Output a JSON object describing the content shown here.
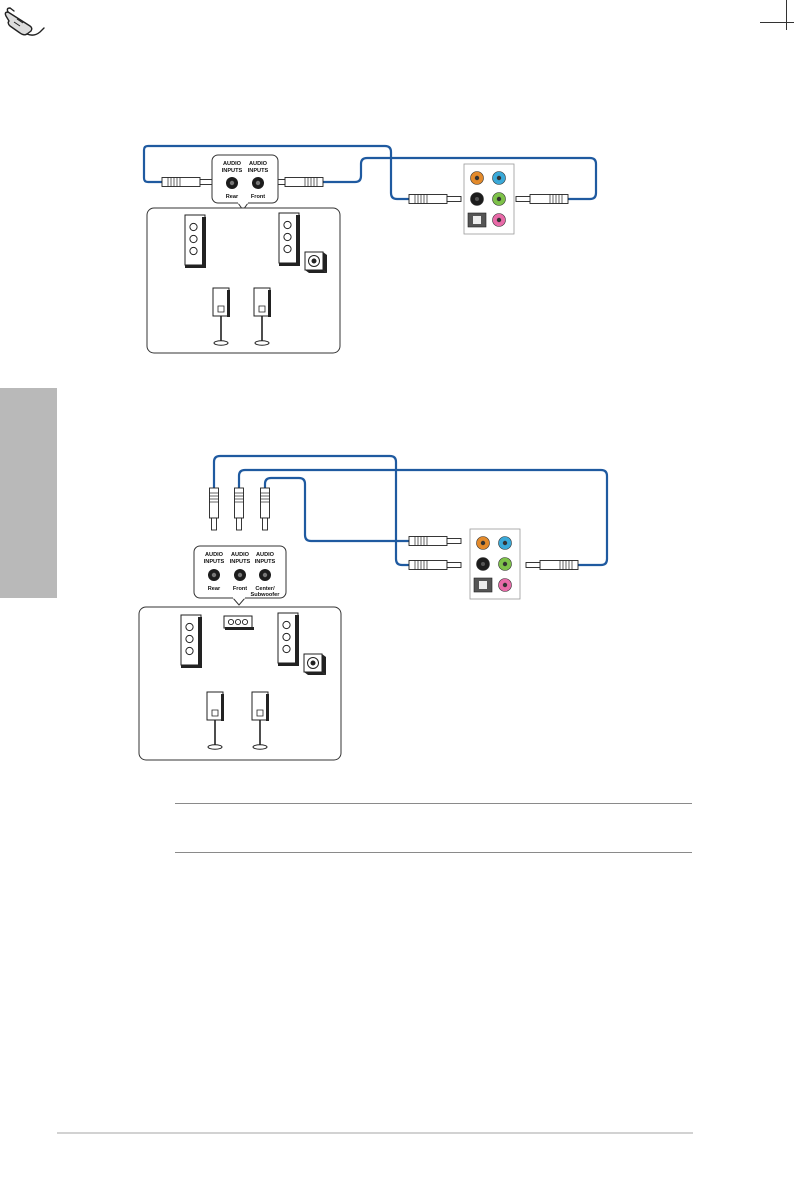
{
  "colors": {
    "cable": "#1f5aa0",
    "side_tab": "#b9b9b9",
    "port_orange": "#e38a2b",
    "port_blue": "#3aa9d8",
    "port_black": "#1c1c1c",
    "port_green": "#7ec24a",
    "port_pink": "#e86aa8",
    "optical": "#555555"
  },
  "diagram_2ch_plus": {
    "inputs_panel": [
      {
        "line1": "AUDIO",
        "line2": "INPUTS",
        "jack_label": "Rear"
      },
      {
        "line1": "AUDIO",
        "line2": "INPUTS",
        "jack_label": "Front"
      }
    ]
  },
  "diagram_multi": {
    "inputs_panel": [
      {
        "line1": "AUDIO",
        "line2": "INPUTS",
        "jack_label": "Rear",
        "jack_label2": ""
      },
      {
        "line1": "AUDIO",
        "line2": "INPUTS",
        "jack_label": "Front",
        "jack_label2": ""
      },
      {
        "line1": "AUDIO",
        "line2": "INPUTS",
        "jack_label": "Center/",
        "jack_label2": "Subwoofer"
      }
    ]
  },
  "icons": {
    "note": "hand-pointer-icon",
    "tower_speaker": "tower-speaker-icon",
    "satellite_speaker": "satellite-speaker-icon",
    "subwoofer": "subwoofer-icon",
    "io_panel": "rear-audio-io-panel-icon",
    "plug": "audio-plug-icon"
  }
}
